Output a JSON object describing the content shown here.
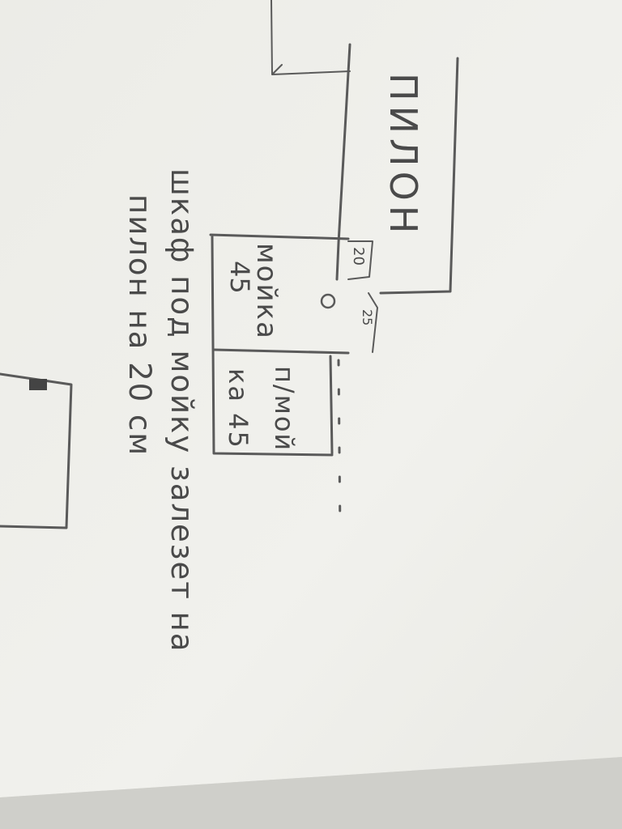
{
  "sketch": {
    "pylon_label": "ПИЛОН",
    "dim_20": "20",
    "dim_25": "25",
    "sink_label": "мойка",
    "sink_width": "45",
    "dishwasher_label": "п/мой",
    "dishwasher_label_2": "ка 45",
    "note_line_1": "шкаф под мойку залезет на",
    "note_line_2": "пилон на 20 см"
  }
}
